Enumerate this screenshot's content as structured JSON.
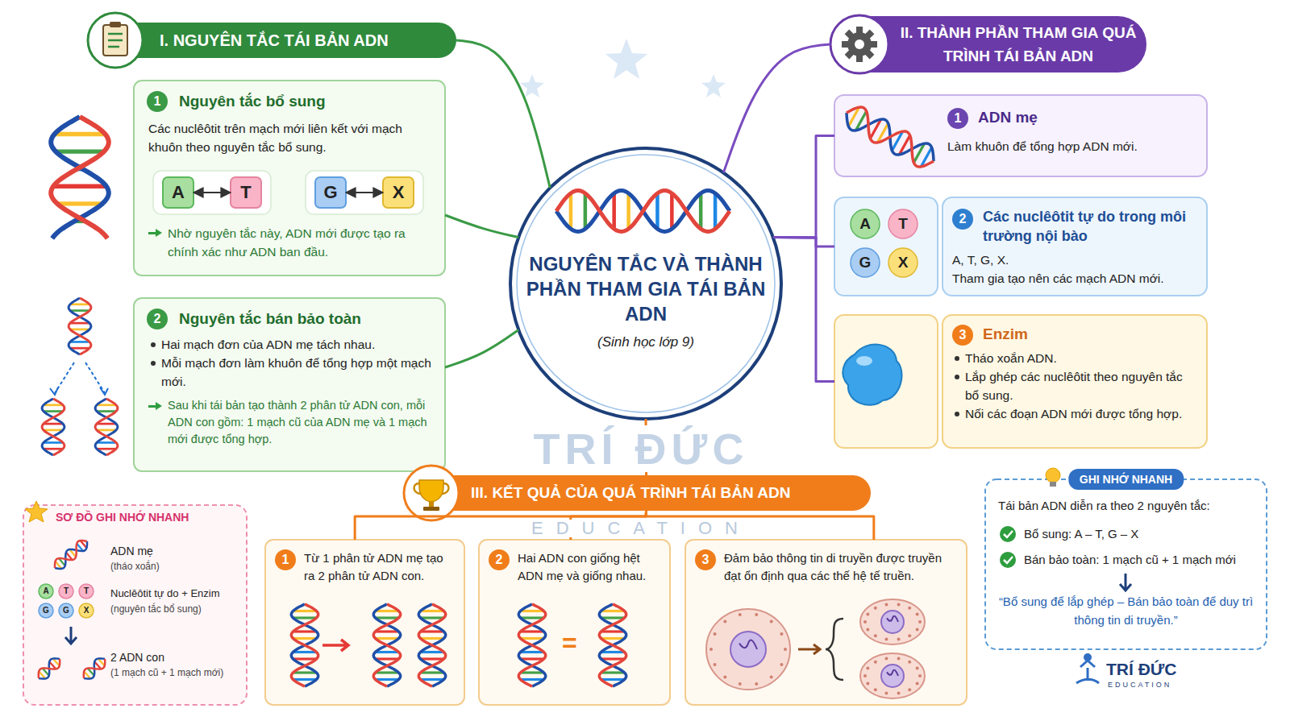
{
  "diagram": {
    "nodes": [
      {
        "text": [
          "NGUYÊN TẮC VÀ THÀNH PHẦN THAM GIA TÁI BẢN ADN",
          "(Sinh học lớp 9)"
        ]
      },
      {
        "text": [
          "I. NGUYÊN TẮC TÁI BẢN ADN"
        ]
      },
      {
        "text": [
          "1",
          "Nguyên tắc bổ sung",
          "Các nuclêôtit trên mạch mới liên kết với mạch khuôn theo nguyên tắc bổ sung.",
          "Nhờ nguyên tắc này, ADN mới được tạo ra chính xác như ADN ban đầu."
        ]
      },
      {
        "text": [
          "A"
        ],
        "in": 2
      },
      {
        "text": [
          "T"
        ],
        "in": 2
      },
      {
        "text": [
          "G"
        ],
        "in": 2
      },
      {
        "text": [
          "X"
        ],
        "in": 2
      },
      {
        "text": [
          "2",
          "Nguyên tắc bán bảo toàn",
          "Hai mạch đơn của ADN mẹ tách nhau.",
          "Mỗi mạch đơn làm khuôn để tổng hợp một mạch mới.",
          "Sau khi tái bản tạo thành 2 phân tử ADN con, mỗi ADN con gồm: 1 mạch cũ của ADN mẹ và 1 mạch mới được tổng hợp."
        ]
      },
      {
        "text": [
          "II. THÀNH PHẦN THAM GIA QUÁ TRÌNH TÁI BẢN ADN"
        ]
      },
      {
        "text": [
          "1",
          "ADN mẹ",
          "Làm khuôn để tổng hợp ADN mới."
        ]
      },
      {
        "text": [
          "2",
          "Các nuclêôtit tự do trong môi trường nội bào",
          "A, T, G, X.",
          "Tham gia tạo nên các mạch ADN mới."
        ]
      },
      {
        "text": [
          "A"
        ],
        "in": 10
      },
      {
        "text": [
          "T"
        ],
        "in": 10
      },
      {
        "text": [
          "G"
        ],
        "in": 10
      },
      {
        "text": [
          "X"
        ],
        "in": 10
      },
      {
        "text": [
          "3",
          "Enzim",
          "Tháo xoắn ADN.",
          "Lắp ghép các nuclêôtit theo nguyên tắc bổ sung.",
          "Nối các đoạn ADN mới được tổng hợp."
        ]
      },
      {
        "text": [
          "III. KẾT QUẢ CỦA QUÁ TRÌNH TÁI BẢN ADN"
        ]
      },
      {
        "text": [
          "1",
          "Từ 1 phân tử ADN mẹ tạo ra 2 phân tử ADN con."
        ]
      },
      {
        "text": [
          "2",
          "Hai ADN con giống hệt ADN mẹ và giống nhau."
        ]
      },
      {
        "text": [
          "3",
          "Đảm bảo thông tin di truyền được truyền đạt ổn định qua các thế hệ tế truền."
        ]
      },
      {
        "text": [
          "SƠ ĐỒ GHI NHỚ NHANH",
          "ADN mẹ",
          "(tháo xoắn)",
          "Nuclêôtit tự do + Enzim",
          "(nguyên tắc bổ sung)",
          "2 ADN con",
          "(1 mạch cũ + 1 mạch mới)"
        ]
      },
      {
        "text": [
          "A"
        ],
        "in": 20
      },
      {
        "text": [
          "T"
        ],
        "in": 20
      },
      {
        "text": [
          "T"
        ],
        "in": 20
      },
      {
        "text": [
          "G"
        ],
        "in": 20
      },
      {
        "text": [
          "G"
        ],
        "in": 20
      },
      {
        "text": [
          "X"
        ],
        "in": 20
      },
      {
        "text": [
          "GHI NHỚ NHANH",
          "Tái bản ADN diễn ra theo 2 nguyên tắc:",
          "Bổ sung: A – T, G – X",
          "Bán bảo toàn: 1 mạch cũ + 1 mạch mới",
          "“Bổ sung để lắp ghép – Bán bảo toàn để duy trì thông tin di truyền.”"
        ]
      }
    ],
    "edges": [
      {
        "from": 0,
        "to": 1,
        "arrow": "none"
      },
      {
        "from": 0,
        "to": 2,
        "arrow": "none"
      },
      {
        "from": 0,
        "to": 7,
        "arrow": "none"
      },
      {
        "from": 0,
        "to": 8,
        "arrow": "none"
      },
      {
        "from": 0,
        "to": 9,
        "arrow": "none"
      },
      {
        "from": 0,
        "to": 10,
        "arrow": "none"
      },
      {
        "from": 0,
        "to": 15,
        "arrow": "none"
      },
      {
        "from": 0,
        "to": 16,
        "arrow": "none"
      },
      {
        "from": 16,
        "to": 17,
        "arrow": "none"
      },
      {
        "from": 16,
        "to": 18,
        "arrow": "none"
      },
      {
        "from": 16,
        "to": 19,
        "arrow": "none"
      },
      {
        "from": 3,
        "to": 4,
        "arrow": "both"
      },
      {
        "from": 5,
        "to": 6,
        "arrow": "both"
      }
    ],
    "labels": [
      "=",
      "TRÍ ĐỨC",
      "EDUCATION",
      "TRÍ ĐỨC",
      "EDUCATION"
    ]
  }
}
